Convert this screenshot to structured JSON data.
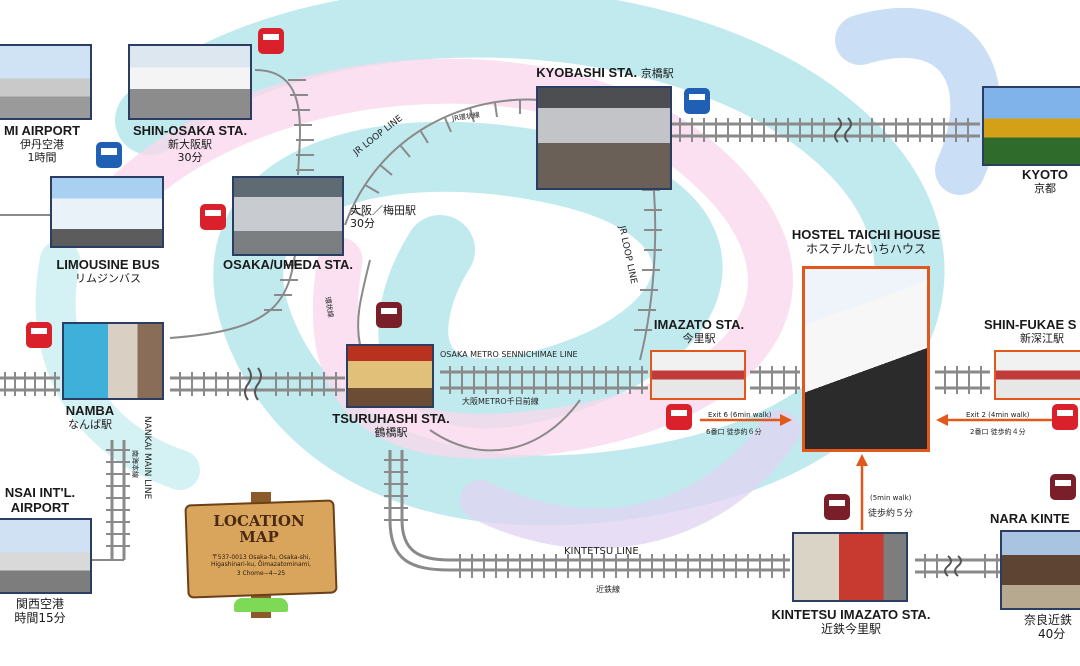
{
  "colors": {
    "rail": "#8a8a8a",
    "accent": "#e2581c",
    "photo_border": "#2b3d63",
    "train_red": "#d9202b",
    "train_maroon": "#7a1f2a",
    "bus_blue": "#1f5fb4"
  },
  "stations": {
    "itami": {
      "en": "MI AIRPORT",
      "jp1": "伊丹空港",
      "jp2": "1時間"
    },
    "shin_osaka": {
      "en": "SHIN-OSAKA STA.",
      "jp1": "新大阪駅",
      "jp2": "30分"
    },
    "kyobashi": {
      "en": "KYOBASHI STA.",
      "jp": "京橋駅"
    },
    "kyoto": {
      "en": "KYOTO",
      "jp": "京都"
    },
    "limousine": {
      "en": "LIMOUSINE BUS",
      "jp": "リムジンバス"
    },
    "umeda": {
      "en": "OSAKA/UMEDA STA.",
      "jp1": "大阪／梅田駅",
      "jp2": "30分"
    },
    "hostel": {
      "en": "HOSTEL TAICHI HOUSE",
      "jp": "ホステルたいちハウス"
    },
    "namba": {
      "en": "NAMBA",
      "jp": "なんば駅"
    },
    "tsuruhashi": {
      "en": "TSURUHASHI STA.",
      "jp": "鶴橋駅"
    },
    "imazato": {
      "en": "IMAZATO STA.",
      "jp": "今里駅"
    },
    "shin_fukae": {
      "en": "SHIN-FUKAE S",
      "jp": "新深江駅"
    },
    "kansai": {
      "en1": "NSAI INT'L.",
      "en2": "AIRPORT",
      "jp1": "関西空港",
      "jp2": "時間15分"
    },
    "kintetsu_imazato": {
      "en": "KINTETSU IMAZATO STA.",
      "jp": "近鉄今里駅"
    },
    "nara": {
      "en": "NARA KINTE",
      "jp1": "奈良近鉄",
      "jp2": "40分"
    }
  },
  "lines": {
    "jr_loop_en_1": "JR LOOP LINE",
    "jr_loop_jp_1": "JR環状線",
    "jr_loop_en_2": "JR LOOP LINE",
    "jr_loop_jp_2": "環状線",
    "sennichimae_en": "OSAKA METRO SENNICHIMAE LINE",
    "sennichimae_jp": "大阪METRO千日前線",
    "nankai_en": "NANKAI MAIN LINE",
    "nankai_jp": "南海本線",
    "kintetsu_en": "KINTETSU LINE",
    "kintetsu_jp": "近鉄線"
  },
  "walks": {
    "exit6_en": "Exit 6 (6min walk)",
    "exit6_jp": "6番口 徒歩約６分",
    "exit2_en": "Exit 2 (4min walk)",
    "exit2_jp": "2番口 徒歩約４分",
    "kintetsu_en": "(5min walk)",
    "kintetsu_jp": "徒歩約５分"
  },
  "sign": {
    "title1": "LOCATION",
    "title2": "MAP",
    "addr1": "〒537-0013 Osaka-fu, Osaka-shi,",
    "addr2": "Higashinari-ku, Ōimazatominami,",
    "addr3": "3 Chome−4−25"
  },
  "icons": [
    "train-red-icon",
    "bus-blue-icon",
    "train-maroon-icon"
  ]
}
